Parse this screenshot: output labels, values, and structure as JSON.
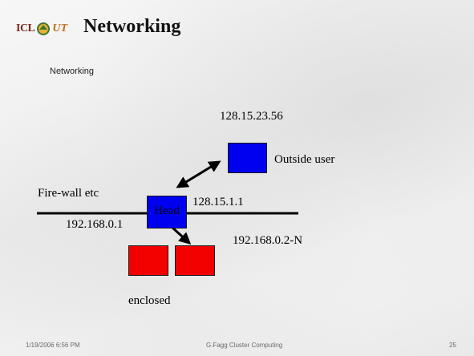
{
  "header": {
    "logo_icl": "ICL",
    "logo_ut": "UT",
    "title": "Networking"
  },
  "subtitle": "Networking",
  "diagram": {
    "outside_ip": "128.15.23.56",
    "outside_user": "Outside user",
    "firewall": "Fire-wall etc",
    "head_external_ip": "128.15.1.1",
    "head_label": "Head",
    "head_internal_ip": "192.168.0.1",
    "node_range": "192.168.0.2-N",
    "enclosed": "enclosed"
  },
  "footer": {
    "date": "1/19/2006 6:56 PM",
    "course": "G.Fagg Cluster Computing",
    "page": "25"
  },
  "colors": {
    "head_box": "#0000f0",
    "outside_box": "#0000f0",
    "node_box": "#f20000"
  }
}
